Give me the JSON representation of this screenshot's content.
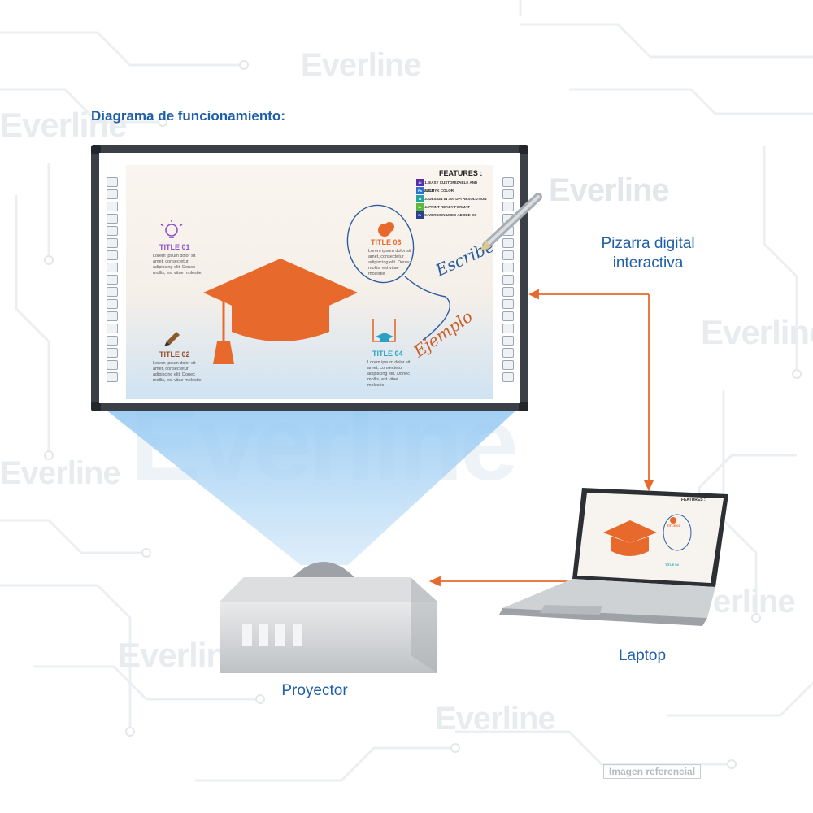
{
  "diagram": {
    "title": "Diagrama de  funcionamiento:",
    "board_label": "Pizarra digital interactiva",
    "laptop_label": "Laptop",
    "projector_label": "Proyector",
    "reference_badge": "Imagen referencial"
  },
  "brand": {
    "watermark": "Everline",
    "accent_color": "#e8692c",
    "label_color": "#1f5fa8",
    "arrow_color": "#e8692c"
  },
  "board_screen": {
    "features_title": "FEATURES :",
    "features": [
      {
        "num": "1.",
        "icon": "Ai",
        "text": "EASY CUSTOMIZABLE AND EDITABLE"
      },
      {
        "num": "2.",
        "icon": "Ps",
        "text": "CMYK COLOR"
      },
      {
        "num": "3.",
        "icon": "Id",
        "text": "DESIGN IN 300 DPI RESOLUTION"
      },
      {
        "num": "4.",
        "icon": "Lr",
        "text": "PRINT READY FORMAT"
      },
      {
        "num": "5.",
        "icon": "Pr",
        "text": "VERSION USED ADOBE CC"
      }
    ],
    "items": [
      {
        "title": "TITLE 01",
        "body": "Lorem ipsum dolor sit amet, consectetur adipiscing elit. Donec mollis, est vitae molestie"
      },
      {
        "title": "TITLE 02",
        "body": "Lorem ipsum dolor sit amet, consectetur adipiscing elit. Donec mollis, est vitae molestie"
      },
      {
        "title": "TITLE 03",
        "body": "Lorem ipsum dolor sit amet, consectetur adipiscing elit. Donec mollis, est vitae molestie"
      },
      {
        "title": "TITLE 04",
        "body": "Lorem ipsum dolor sit amet, consectetur adipiscing elit. Donec mollis, est vitae molestie"
      }
    ],
    "handwriting_1": "Escribe",
    "handwriting_2": "Ejemplo"
  },
  "laptop_screen": {
    "features_title": "FEATURES :",
    "item_title_3": "TITLE 03",
    "item_title_4": "TITLE 04"
  }
}
